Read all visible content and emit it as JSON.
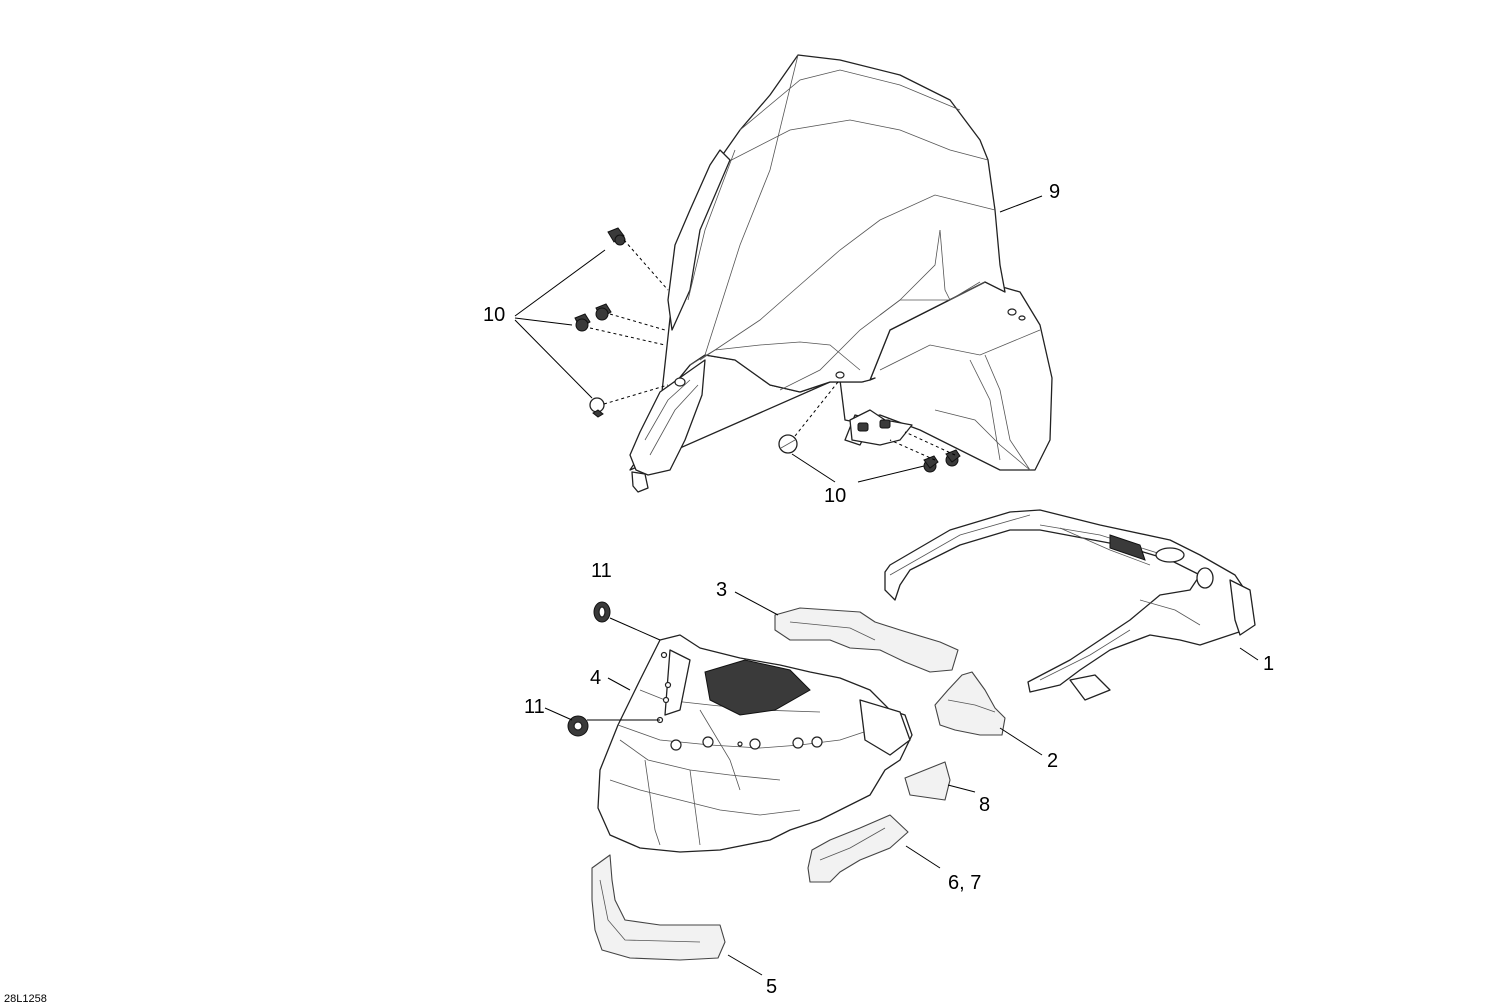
{
  "diagram": {
    "drawing_code": "28L1258",
    "parts": [
      {
        "id": "windshield",
        "callout": "9"
      },
      {
        "id": "windshield-fasteners-left",
        "callout": "10"
      },
      {
        "id": "windshield-fasteners-bottom",
        "callout": "10"
      },
      {
        "id": "upper-panel",
        "callout": "1"
      },
      {
        "id": "side-pad-right",
        "callout": "2"
      },
      {
        "id": "side-pad-upper",
        "callout": "3"
      },
      {
        "id": "front-hood",
        "callout": "4"
      },
      {
        "id": "grommet-upper",
        "callout": "11"
      },
      {
        "id": "grommet-lower",
        "callout": "11"
      },
      {
        "id": "lower-pad",
        "callout": "5"
      },
      {
        "id": "curved-pad",
        "callout": "6, 7"
      },
      {
        "id": "small-pad",
        "callout": "8"
      }
    ]
  }
}
